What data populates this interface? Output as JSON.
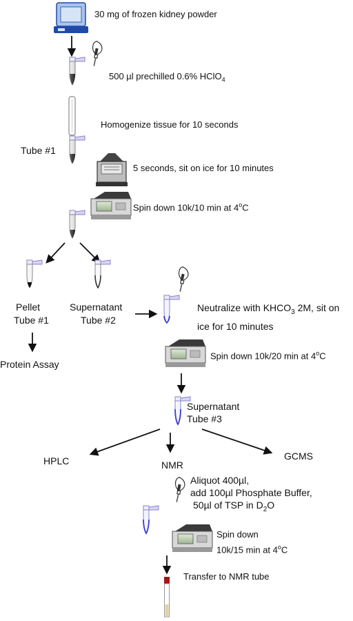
{
  "steps": {
    "s1": "30 mg of frozen kidney powder",
    "s2": "500 µl prechilled 0.6% HClO",
    "s2_sub": "4",
    "s3": "Homogenize tissue for 10 seconds",
    "s4": "5 seconds, sit on ice for 10 minutes",
    "s5a": "Spin down 10k/10 min at 4",
    "s5b": "o",
    "s5c": "C",
    "s6a": "Neutralize with KHCO",
    "s6b": "3",
    "s6c": " 2M, sit on",
    "s6d": "ice for 10 minutes",
    "s7a": "Spin down 10k/20 min at 4",
    "s7b": "o",
    "s7c": "C",
    "s8a": "Aliquot 400µl,",
    "s8b": "add 100µl Phosphate Buffer,",
    "s8c": "50µl of TSP in D",
    "s8d": "2",
    "s8e": "O",
    "s9a": "Spin down",
    "s9b": "10k/15 min at 4",
    "s9c": "o",
    "s9d": "C",
    "s10": "Transfer to NMR tube"
  },
  "labels": {
    "tube1": "Tube #1",
    "pellet": "Pellet",
    "pellet_tube": "Tube #1",
    "supernatant": "Supernatant",
    "supernatant_tube": "Tube #2",
    "protein_assay": "Protein Assay",
    "sup3": "Supernatant",
    "sup3_tube": "Tube #3",
    "hplc": "HPLC",
    "nmr": "NMR",
    "gcms": "GCMS"
  },
  "colors": {
    "arrow": "#111111",
    "tube_outline": "#888888",
    "cap": "#8a84c8",
    "pellet_dark": "#222222",
    "sample_blue": "#3a3ad0",
    "balance_blue": "#1f4aa8",
    "nmr_cap": "#a01818"
  },
  "icons": {
    "balance": "analytical-balance-icon",
    "pipette": "pipette-icon",
    "tube": "microcentrifuge-tube-icon",
    "homogenizer": "homogenizer-probe-icon",
    "sonicator": "sonicator-icon",
    "centrifuge": "centrifuge-icon",
    "nmr_tube": "nmr-tube-icon"
  }
}
